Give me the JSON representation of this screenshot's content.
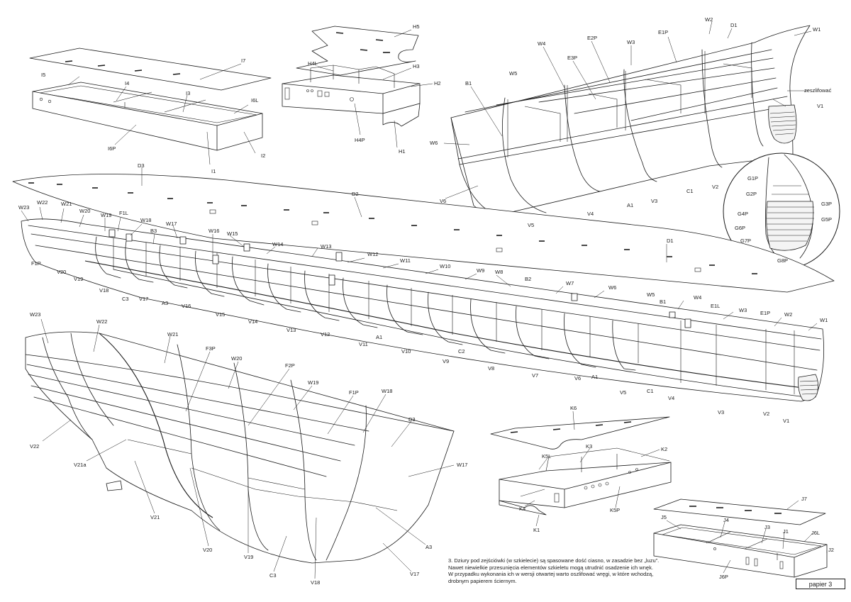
{
  "labels": {
    "I7": "I7",
    "I5": "I5",
    "I4": "I4",
    "I3": "I3",
    "I6L": "I6L",
    "I6P": "I6P",
    "I1": "I1",
    "I2": "I2",
    "H5": "H5",
    "H4L": "H4L",
    "H3": "H3",
    "H2": "H2",
    "H4P": "H4P",
    "H1": "H1",
    "D3": "D3",
    "D2": "D2",
    "D1": "D1",
    "W1": "W1",
    "W2": "W2",
    "W3": "W3",
    "W4": "W4",
    "W5": "W5",
    "W6": "W6",
    "W7": "W7",
    "W8": "W8",
    "W9": "W9",
    "W10": "W10",
    "W11": "W11",
    "W12": "W12",
    "W13": "W13",
    "W14": "W14",
    "W15": "W15",
    "W16": "W16",
    "W17": "W17",
    "W18": "W18",
    "W19": "W19",
    "W20": "W20",
    "W21": "W21",
    "W22": "W22",
    "W23": "W23",
    "W21a": "V21a",
    "V1": "V1",
    "V2": "V2",
    "V3": "V3",
    "V4": "V4",
    "V5": "V5",
    "V6": "V6",
    "V7": "V7",
    "V8": "V8",
    "V9": "V9",
    "V10": "V10",
    "V11": "V11",
    "V12": "V12",
    "V13": "V13",
    "V14": "V14",
    "V15": "V15",
    "V16": "V16",
    "V17": "V17",
    "V18": "V18",
    "V19": "V19",
    "V20": "V20",
    "V21": "V21",
    "V22": "V22",
    "A1": "A1",
    "A3": "A3",
    "B1": "B1",
    "B2": "B2",
    "B3": "B3",
    "C1": "C1",
    "C2": "C2",
    "C3": "C3",
    "E1L": "E1L",
    "E1P": "E1P",
    "E2P": "E2P",
    "E3P": "E3P",
    "F1L": "F1L",
    "F1P": "F1P",
    "F2P": "F2P",
    "F3P": "F3P",
    "G1P": "G1P",
    "G2P": "G2P",
    "G3P": "G3P",
    "G4P": "G4P",
    "G5P": "G5P",
    "G6P": "G6P",
    "G7P": "G7P",
    "G8P": "G8P",
    "K1": "K1",
    "K2": "K2",
    "K3": "K3",
    "K4": "K4",
    "K5L": "K5L",
    "K5P": "K5P",
    "K6": "K6",
    "J1": "J1",
    "J2": "J2",
    "J3": "J3",
    "J4": "J4",
    "J5": "J5",
    "J6L": "J6L",
    "J6P": "J6P",
    "J7": "J7",
    "zeszlifowac": "zeszlifować"
  },
  "note": {
    "line1": "3. Dziury pod zejściówki (w szkielecie) są spasowane dość ciasno, w zasadzie bez „luzu”.",
    "line2": "Nawet niewielkie przesunięcia elementów szkieletu mogą utrudnić osadzenie ich wnęk.",
    "line3": "W przypadku wykonania ich w wersji otwartej warto oszlifować wręgi, w które wchodzą,",
    "line4": "drobnym papierem ściernym."
  },
  "page_label": "papier 3"
}
